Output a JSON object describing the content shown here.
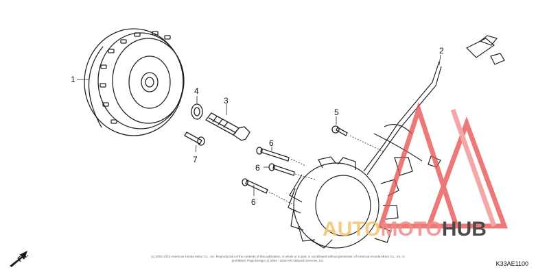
{
  "callouts": {
    "c1": "1",
    "c2": "2",
    "c3": "3",
    "c4": "4",
    "c5": "5",
    "c6a": "6",
    "c6b": "6",
    "c6c": "6",
    "c7": "7"
  },
  "direction_label": "FR.",
  "copyright_text": "(c) 2002-2015 American Honda Motor Co., Inc. Reproduction of the contents of this publication, in whole or in part, is not allowed without permission of American Honda Motor Co., Inc. is prohibited. Page Design (c) 2004 - 2015 ARI Network Services, Inc.",
  "diagram_code": "K33AE1100",
  "watermark": {
    "brand_part1": "AUTO",
    "brand_part2": "MOTO",
    "brand_part3": "HUB",
    "colors": {
      "auto": "#f3c26a",
      "moto": "#f08a8a",
      "hub": "#4a4a4a",
      "triangle": "#e84b4b"
    }
  }
}
